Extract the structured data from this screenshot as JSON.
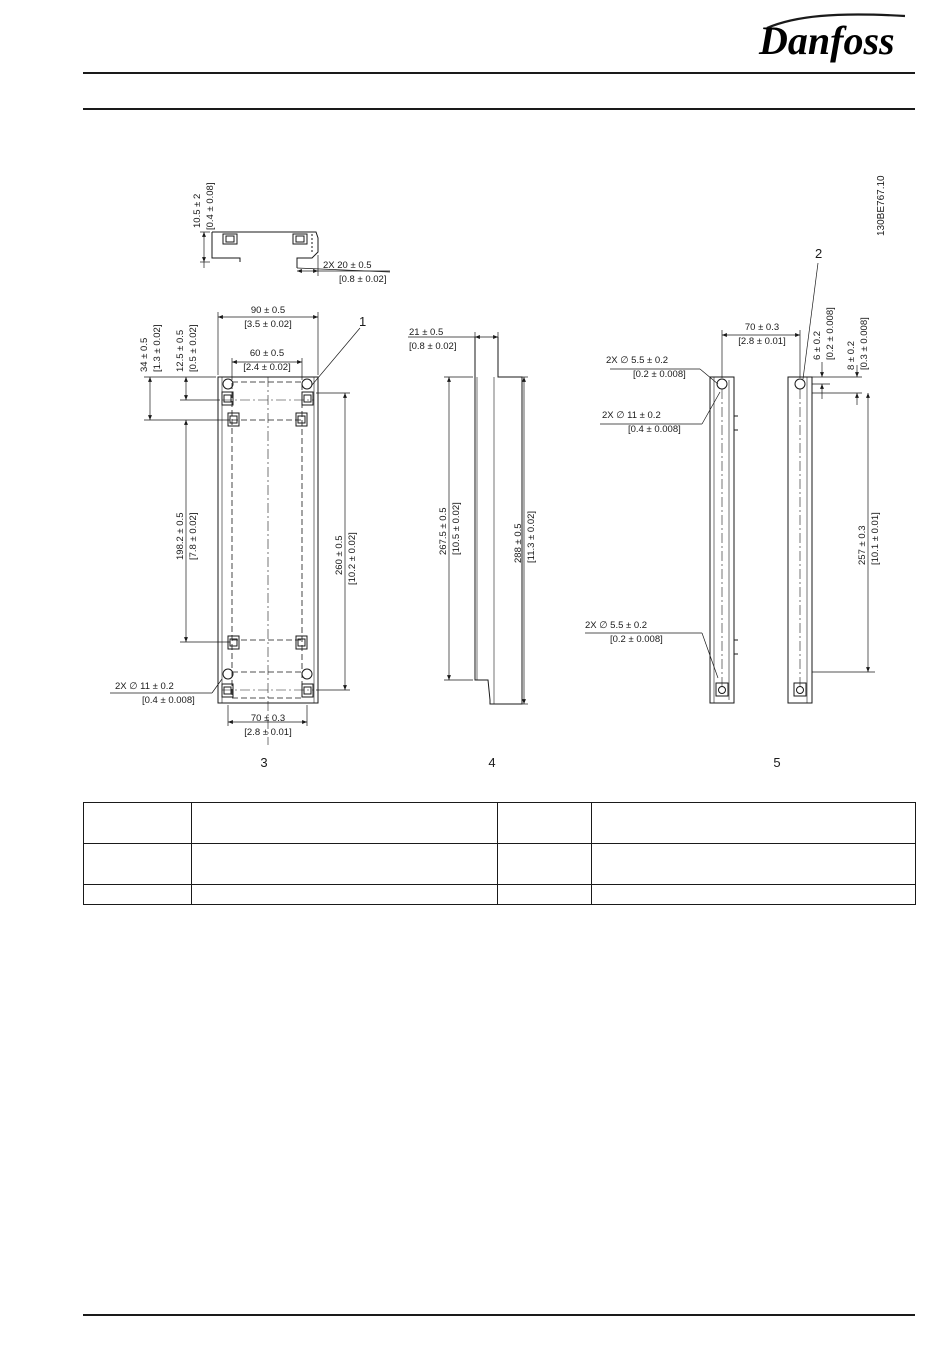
{
  "brand": {
    "logo_text": "Danfoss"
  },
  "drawing": {
    "id": "130BE767.10",
    "callouts": {
      "c1": "1",
      "c2": "2"
    },
    "view_labels": {
      "v3": "3",
      "v4": "4",
      "v5": "5"
    },
    "dims": {
      "top_h": "10.5 ± 2",
      "top_h_in": "[0.4 ± 0.08]",
      "top_w": "2X 20 ± 0.5",
      "top_w_in": "[0.8 ± 0.02]",
      "w90": "90 ± 0.5",
      "w90_in": "[3.5 ± 0.02]",
      "w60": "60 ± 0.5",
      "w60_in": "[2.4 ± 0.02]",
      "h34": "34 ± 0.5",
      "h34_in": "[1.3 ± 0.02]",
      "h12": "12.5 ± 0.5",
      "h12_in": "[0.5 ± 0.02]",
      "h198": "198.2 ± 0.5",
      "h198_in": "[7.8 ± 0.02]",
      "h260": "260 ± 0.5",
      "h260_in": "[10.2 ± 0.02]",
      "d11a": "2X ∅ 11 ± 0.2",
      "d11a_in": "[0.4 ± 0.008]",
      "w70a": "70 ± 0.3",
      "w70a_in": "[2.8 ± 0.01]",
      "w21": "21 ± 0.5",
      "w21_in": "[0.8 ± 0.02]",
      "h267": "267.5 ± 0.5",
      "h267_in": "[10.5 ± 0.02]",
      "h288": "288 ± 0.5",
      "h288_in": "[11.3 ± 0.02]",
      "w70b": "70 ± 0.3",
      "w70b_in": "[2.8 ± 0.01]",
      "d55a": "2X ∅ 5.5 ± 0.2",
      "d55a_in": "[0.2 ± 0.008]",
      "d11b": "2X ∅ 11 ± 0.2",
      "d11b_in": "[0.4 ± 0.008]",
      "d55b": "2X ∅ 5.5 ± 0.2",
      "d55b_in": "[0.2 ± 0.008]",
      "h6": "6 ± 0.2",
      "h6_in": "[0.2 ± 0.008]",
      "h8": "8 ± 0.2",
      "h8_in": "[0.3 ± 0.008]",
      "h257": "257 ± 0.3",
      "h257_in": "[10.1 ± 0.01]"
    }
  },
  "table": {
    "rows": [
      [
        "",
        "",
        "",
        ""
      ],
      [
        "",
        "",
        "",
        ""
      ],
      [
        "",
        "",
        "",
        ""
      ]
    ]
  }
}
